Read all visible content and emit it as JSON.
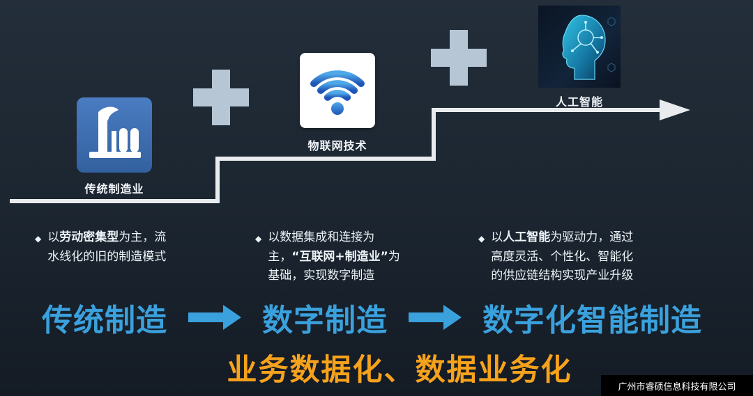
{
  "stages": [
    {
      "label": "传统制造业",
      "icon": "factory-icon"
    },
    {
      "label": "物联网技术",
      "icon": "wifi-icon"
    },
    {
      "label": "人工智能",
      "icon": "ai-head-icon"
    }
  ],
  "bullets": [
    {
      "pre": "以",
      "bold": "劳动密集型",
      "post": "为主，流水线化的旧的制造模式"
    },
    {
      "pre": "以数据集成和连接为主，",
      "bold": "“互联网+制造业”",
      "post": "为基础，实现数字制造"
    },
    {
      "pre": "以",
      "bold": "人工智能",
      "post": "为驱动力，通过高度灵活、个性化、智能化的供应链结构实现产业升级"
    }
  ],
  "flow": {
    "items": [
      "传统制造",
      "数字制造",
      "数字化智能制造"
    ]
  },
  "tagline": "业务数据化、数据业务化",
  "watermark": "广州市睿硕信息科技有限公司",
  "icons": {
    "diamond_bullet": "◆"
  },
  "colors": {
    "accent_blue": "#3aa1dd",
    "accent_orange": "#f6a21c",
    "factory_tile_blue": "#3f6fb5",
    "wifi_blue": "#2e7ed5",
    "plus_gray_blue": "#b7c6d5",
    "ai_cyan": "#2bbfe6",
    "stair_line": "#e9ecee"
  }
}
